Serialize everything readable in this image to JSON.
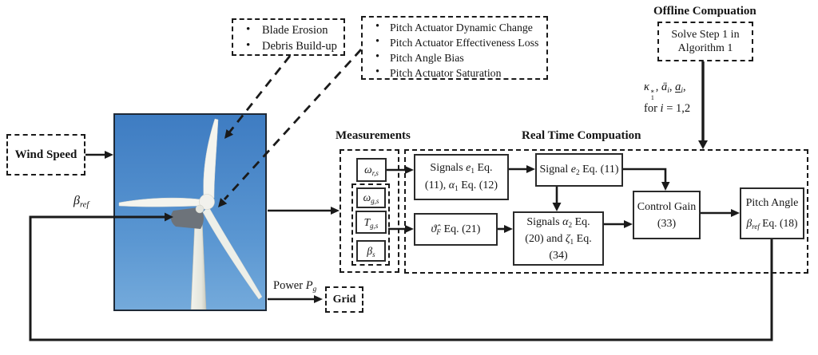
{
  "diagram": {
    "fault_box_blade": {
      "items": [
        "Blade Erosion",
        "Debris Build-up"
      ]
    },
    "fault_box_pitch": {
      "items": [
        "Pitch Actuator Dynamic Change",
        "Pitch Actuator Effectiveness Loss",
        "Pitch Angle Bias",
        "Pitch Actuator Saturation"
      ]
    },
    "offline": {
      "header": "Offline Compuation",
      "box_lines": [
        "Solve Step 1 in",
        "Algorithm 1"
      ],
      "params_lines": [
        [
          {
            "t": "κ",
            "i": true,
            "stack": {
              "sup": "∗",
              "sub": "1"
            }
          },
          {
            "t": ", "
          },
          {
            "t": "ā",
            "i": true,
            "sub": "i"
          },
          {
            "t": ", "
          },
          {
            "t": "a",
            "i": true,
            "und": true,
            "sub": "i"
          },
          {
            "t": ","
          }
        ],
        [
          {
            "t": "for "
          },
          {
            "t": "i",
            "i": true
          },
          {
            "t": " = 1,2"
          }
        ]
      ]
    },
    "wind_speed_label": "Wind Speed",
    "grid_label": "Grid",
    "power_label": [
      {
        "t": "Power "
      },
      {
        "t": "P",
        "i": true,
        "sub": "g"
      }
    ],
    "beta_ref_label": [
      {
        "t": "β",
        "i": true,
        "sub": "ref"
      }
    ],
    "measurements": {
      "header": "Measurements",
      "signals": [
        [
          {
            "t": "ω",
            "i": true,
            "sub": "r,s"
          }
        ],
        [
          {
            "t": "ω",
            "i": true,
            "sub": "g,s"
          }
        ],
        [
          {
            "t": "T",
            "i": true,
            "sub": "g,s"
          }
        ],
        [
          {
            "t": "β",
            "i": true,
            "sub": "s"
          }
        ]
      ]
    },
    "realtime": {
      "header": "Real Time Compuation",
      "signals_e1": [
        [
          {
            "t": "Signals "
          },
          {
            "t": "e",
            "i": true,
            "sub": "1"
          },
          {
            "t": " Eq."
          }
        ],
        [
          {
            "t": "(11), "
          },
          {
            "t": "α",
            "i": true,
            "sub": "1"
          },
          {
            "t": " Eq. (12)"
          }
        ]
      ],
      "signal_e2": [
        [
          {
            "t": "Signal "
          },
          {
            "t": "e",
            "i": true,
            "sub": "2"
          },
          {
            "t": " Eq. (11)"
          }
        ]
      ],
      "theta_f": [
        [
          {
            "t": "ϑ̂",
            "i": true,
            "sub": "F"
          },
          {
            "t": " Eq. (21)"
          }
        ]
      ],
      "signals_alpha2": [
        [
          {
            "t": "Signals "
          },
          {
            "t": "α",
            "i": true,
            "sub": "2"
          },
          {
            "t": " Eq."
          }
        ],
        [
          {
            "t": "(20) and "
          },
          {
            "t": "ζ",
            "i": true,
            "sub": "1"
          },
          {
            "t": " Eq."
          }
        ],
        [
          {
            "t": "(34)"
          }
        ]
      ],
      "control_gain": [
        [
          {
            "t": "Control Gain"
          }
        ],
        [
          {
            "t": "(33)"
          }
        ]
      ],
      "pitch_angle": [
        [
          {
            "t": "Pitch Angle"
          }
        ],
        [
          {
            "t": "β",
            "i": true,
            "sub": "ref"
          },
          {
            "t": " Eq. (18)"
          }
        ]
      ]
    },
    "colors": {
      "line": "#1a1a1a",
      "sky_top": "#3e7cc2",
      "sky_bottom": "#74aadb",
      "blade": "#f4f4ee",
      "nacelle": "#6d737a"
    }
  }
}
